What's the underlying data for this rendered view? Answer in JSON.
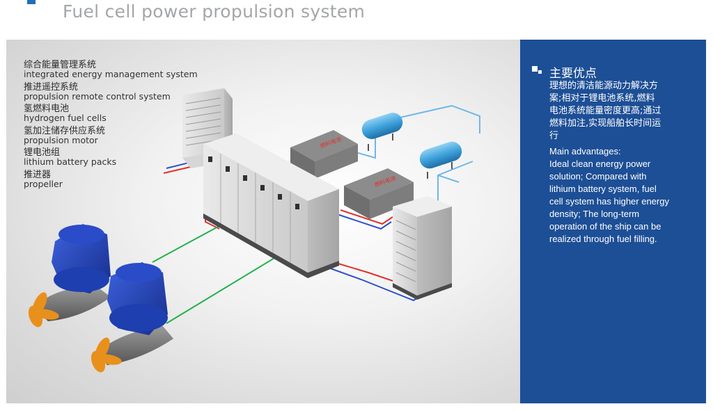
{
  "page": {
    "title": "Fuel cell power propulsion system",
    "accent_color": "#1f6fb8"
  },
  "legend": [
    {
      "zh": "综合能量管理系统",
      "en": "integrated energy management system"
    },
    {
      "zh": "推进遥控系统",
      "en": "propulsion remote control system"
    },
    {
      "zh": "氢燃料电池",
      "en": "hydrogen fuel cells"
    },
    {
      "zh": "氢加注储存供应系统",
      "en": "propulsion motor"
    },
    {
      "zh": "锂电池组",
      "en": "lithium battery packs"
    },
    {
      "zh": "推进器",
      "en": "propeller"
    }
  ],
  "diagram": {
    "fuel_cell_label": "燃料电池",
    "colors": {
      "hydrogen_tank": "#3fa3dc",
      "motor": "#1e3fb0",
      "propeller": "#e8901c",
      "power_line_green": "#22b14c",
      "power_line_red": "#e0312b",
      "power_line_blue": "#2b4fd0",
      "gas_line": "#6fb7e8"
    }
  },
  "panel": {
    "background": "#1d4f96",
    "heading": "主要优点",
    "zh_lines": [
      "理想的清洁能源动力解决方",
      "案;相对于锂电池系统,燃料",
      "电池系统能量密度更高;通过",
      "燃料加注,实现船舶长时间运",
      "行"
    ],
    "en_lines": [
      "Main advantages:",
      "Ideal clean energy power",
      "solution; Compared with",
      "lithium battery system, fuel",
      "cell system has higher energy",
      "density; The long-term",
      "operation of the ship can be",
      "realized through fuel filling."
    ]
  }
}
